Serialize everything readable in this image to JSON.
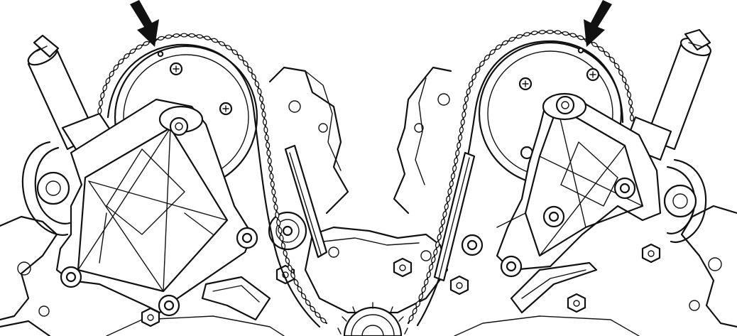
{
  "diagram": {
    "type": "line-drawing",
    "subject": "timing-chain-assembly",
    "colors": {
      "ink": "#111111",
      "paper": "#ffffff"
    },
    "markers": [
      {
        "name": "left-timing-mark-arrow",
        "points_to": "left-cam-sprocket-timing-dot"
      },
      {
        "name": "right-timing-mark-arrow",
        "points_to": "right-cam-sprocket-timing-dot"
      }
    ]
  }
}
